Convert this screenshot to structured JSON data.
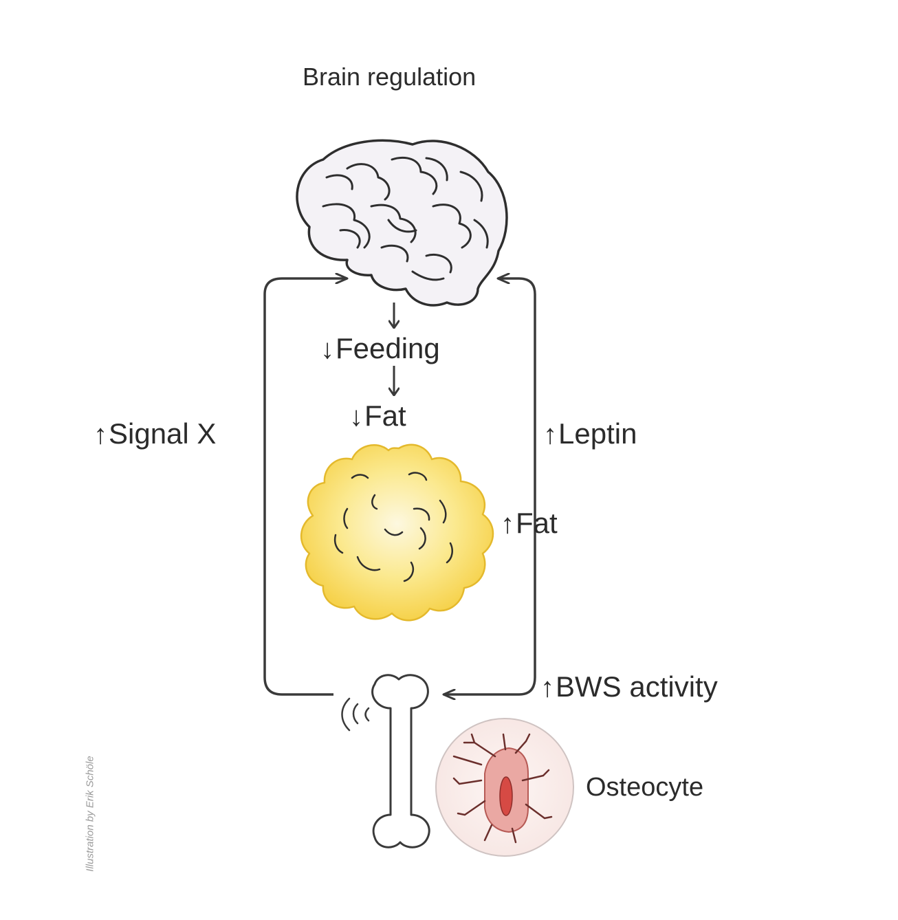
{
  "diagram": {
    "title": "Brain regulation",
    "labels": {
      "feeding": {
        "arrow": "↓",
        "text": "Feeding"
      },
      "fat_down": {
        "arrow": "↓",
        "text": "Fat"
      },
      "signal_x": {
        "arrow": "↑",
        "text": "Signal X"
      },
      "leptin": {
        "arrow": "↑",
        "text": "Leptin"
      },
      "fat_up": {
        "arrow": "↑",
        "text": "Fat"
      },
      "bws_activity": {
        "arrow": "↑",
        "text": "BWS activity"
      },
      "osteocyte": "Osteocyte"
    },
    "credit": "Illustration by Erik Schöle",
    "colors": {
      "line": "#3a3a3a",
      "brain_fill": "#f4f2f6",
      "fat_fill": "#f9dc6a",
      "fat_center": "#fdf7dc",
      "bone_fill": "#ffffff",
      "osteocyte_bg": "#fbf2f1",
      "osteocyte_cell": "#e8a7a4",
      "nucleus": "#d9524f"
    }
  }
}
